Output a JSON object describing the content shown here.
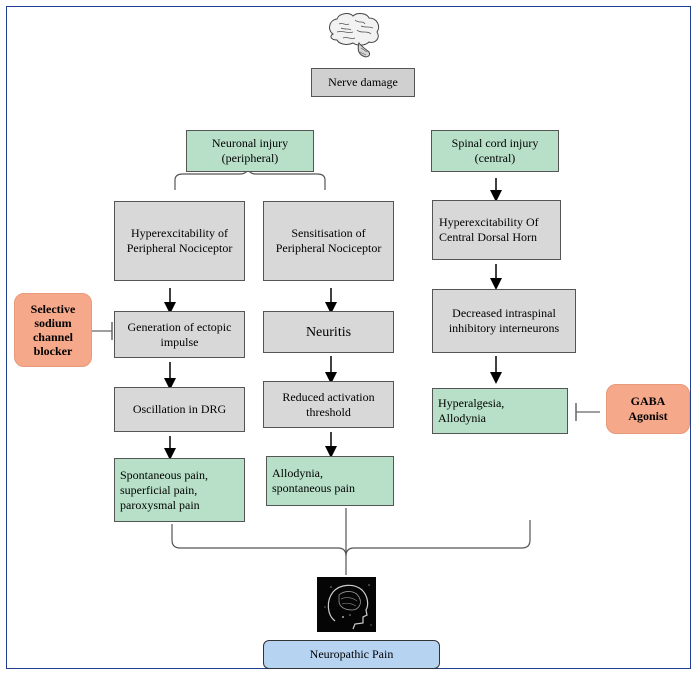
{
  "top": {
    "nerve_damage": "Nerve damage"
  },
  "headers": {
    "neuronal_injury": "Neuronal injury\n(peripheral)",
    "spinal_cord_injury": "Spinal cord injury\n(central)"
  },
  "left_col": {
    "hyperexcitability": "Hyperexcitability of\nPeripheral Nociceptor",
    "ectopic": "Generation of ectopic\nimpulse",
    "oscillation": "Oscillation in DRG",
    "pain": "Spontaneous pain,\nsuperficial pain,\nparoxysmal pain"
  },
  "mid_col": {
    "sensitisation": "Sensitisation of\nPeripheral Nociceptor",
    "neuritis": "Neuritis",
    "threshold": "Reduced activation\nthreshold",
    "allodynia": "Allodynia,\nspontaneous pain"
  },
  "right_col": {
    "hyperexcitability": "Hyperexcitability Of\nCentral Dorsal Horn",
    "decreased": "Decreased intraspinal\ninhibitory interneurons",
    "hyperalgesia": "Hyperalgesia,\nAllodynia"
  },
  "blockers": {
    "sodium": "Selective\nsodium\nchannel\nblocker",
    "gaba": "GABA\nAgonist"
  },
  "bottom": {
    "neuropathic": "Neuropathic Pain"
  },
  "icons": {
    "brain": "brain-icon",
    "head_scan": "head-scan-icon"
  },
  "colors": {
    "border": "#1f3f8f",
    "grey": "#d8d8d8",
    "green": "#b8e0c8",
    "orange": "#f5a88a",
    "blue": "#b6d3f2"
  }
}
